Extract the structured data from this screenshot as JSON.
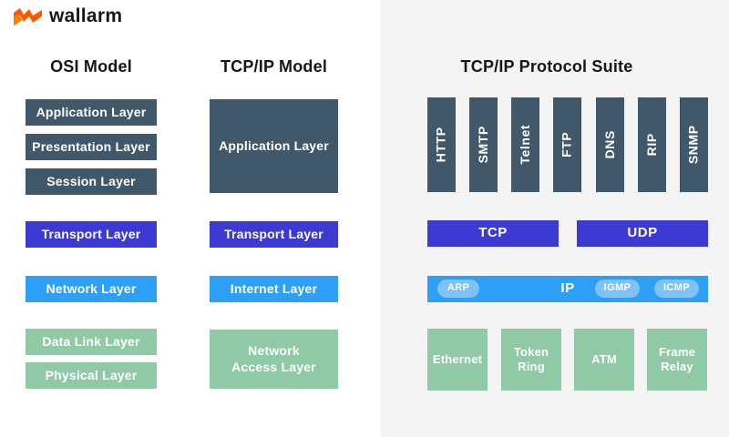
{
  "brand": {
    "name": "wallarm",
    "logo_icon": "wallarm-zigzag-flag",
    "logo_color": "#ff5a00"
  },
  "colors": {
    "dark_slate": "#41586a",
    "indigo": "#3c3ad3",
    "light_blue": "#2e9ff7",
    "green": "#8fc9a5",
    "pill_blue": "#7fc3f6",
    "panel_gray": "#f4f4f4",
    "brand_orange": "#ff5a00"
  },
  "titles": {
    "osi": "OSI Model",
    "tcpip": "TCP/IP Model",
    "suite": "TCP/IP Protocol Suite"
  },
  "osi": {
    "layers": [
      {
        "label": "Application Layer",
        "color": "dark_slate"
      },
      {
        "label": "Presentation Layer",
        "color": "dark_slate"
      },
      {
        "label": "Session Layer",
        "color": "dark_slate"
      },
      {
        "label": "Transport Layer",
        "color": "indigo"
      },
      {
        "label": "Network Layer",
        "color": "light_blue"
      },
      {
        "label": "Data Link Layer",
        "color": "green"
      },
      {
        "label": "Physical Layer",
        "color": "green"
      }
    ]
  },
  "tcpip": {
    "layers": [
      {
        "label": "Application Layer",
        "color": "dark_slate"
      },
      {
        "label": "Transport Layer",
        "color": "indigo"
      },
      {
        "label": "Internet Layer",
        "color": "light_blue"
      },
      {
        "label": "Network Access Layer",
        "color": "green"
      }
    ]
  },
  "suite": {
    "app_protocols": [
      "HTTP",
      "SMTP",
      "Telnet",
      "FTP",
      "DNS",
      "RIP",
      "SNMP"
    ],
    "transport_protocols": [
      "TCP",
      "UDP"
    ],
    "internet": {
      "label": "IP",
      "pills": [
        "ARP",
        "IGMP",
        "ICMP"
      ]
    },
    "link_technologies": [
      "Ethernet",
      "Token Ring",
      "ATM",
      "Frame Relay"
    ]
  }
}
